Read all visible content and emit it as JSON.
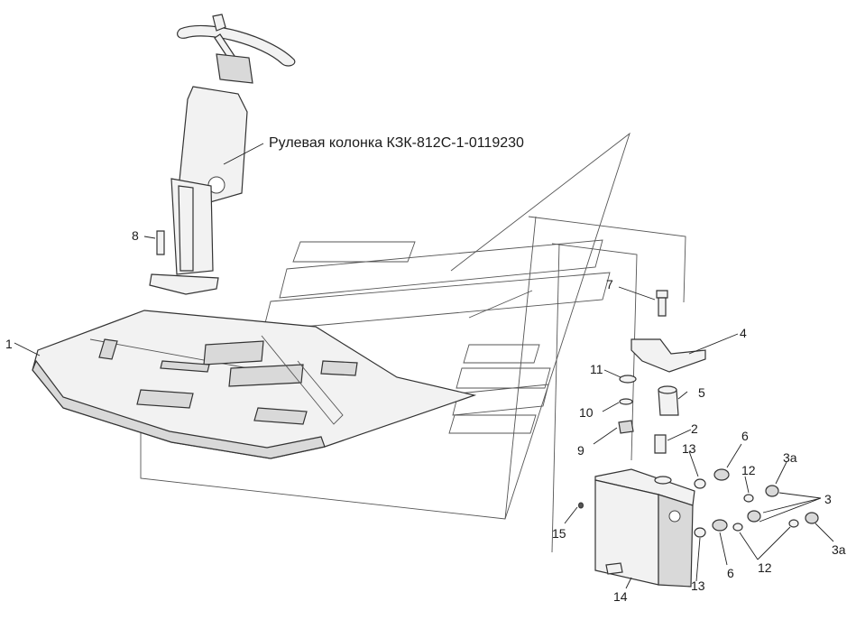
{
  "diagram": {
    "assembly_caption": "Рулевая колонка КЗК-812С-1-0119230",
    "callouts": {
      "c1": "1",
      "c2": "2",
      "c3a_top": "3а",
      "c3": "3",
      "c3a_bottom": "3а",
      "c4": "4",
      "c5": "5",
      "c6_top": "6",
      "c6_bottom": "6",
      "c7": "7",
      "c8": "8",
      "c9": "9",
      "c10": "10",
      "c11": "11",
      "c12_top": "12",
      "c12_bottom": "12",
      "c13_top": "13",
      "c13_bottom": "13",
      "c14": "14",
      "c15": "15"
    }
  }
}
